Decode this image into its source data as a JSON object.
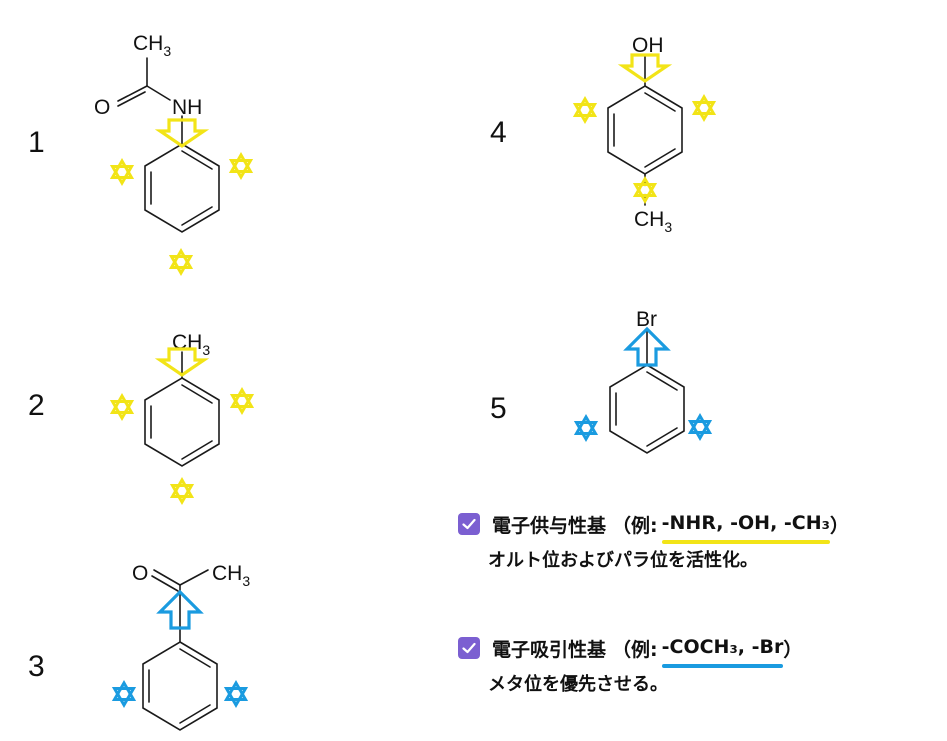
{
  "molecules": [
    {
      "number": "1",
      "groups": {
        "ch3": "CH",
        "ch3_sub": "3",
        "o": "O",
        "nh": "NH"
      }
    },
    {
      "number": "2",
      "groups": {
        "ch3": "CH",
        "ch3_sub": "3"
      }
    },
    {
      "number": "3",
      "groups": {
        "o": "O",
        "ch3": "CH",
        "ch3_sub": "3"
      }
    },
    {
      "number": "4",
      "groups": {
        "oh": "OH",
        "ch3": "CH",
        "ch3_sub": "3"
      }
    },
    {
      "number": "5",
      "groups": {
        "br": "Br"
      }
    }
  ],
  "notes": {
    "donor": {
      "title": "電子供与性基",
      "example_prefix": "（例:",
      "examples": "-NHR, -OH, -CH₃",
      "example_suffix": "）",
      "description": "オルト位およびパラ位を活性化。"
    },
    "withdrawing": {
      "title": "電子吸引性基",
      "example_prefix": "（例:",
      "examples": "-COCH₃, -Br",
      "example_suffix": "）",
      "description": "メタ位を優先させる。"
    }
  },
  "colors": {
    "donor": "#f2e417",
    "withdrawing": "#1a9be0",
    "checkbox": "#7b5fd1",
    "bond": "#1a1a1a"
  },
  "icons": {
    "marker": "six-pointed-star-icon",
    "donor_arrow": "down-arrow-icon",
    "withdrawing_arrow": "up-arrow-icon",
    "checkbox": "checkbox-checked-icon"
  }
}
